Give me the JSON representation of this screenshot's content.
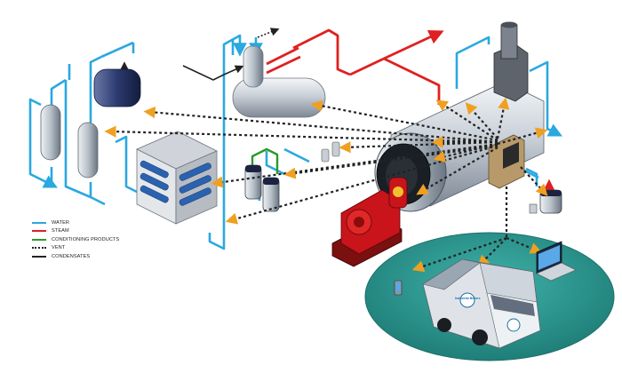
{
  "legend": {
    "items": [
      {
        "label": "WATER",
        "color": "#2aa8e0",
        "style": "solid"
      },
      {
        "label": "STEAM",
        "color": "#e02020",
        "style": "solid"
      },
      {
        "label": "CONDITIONING PRODUCTS",
        "color": "#2a9a2a",
        "style": "solid"
      },
      {
        "label": "VENT",
        "color": "#222222",
        "style": "dotted"
      },
      {
        "label": "CONDENSATES",
        "color": "#222222",
        "style": "solid"
      }
    ]
  },
  "van": {
    "logo_text": "Industrial Boilers"
  },
  "colors": {
    "water": "#2aa8e0",
    "steam": "#e02020",
    "conditioning": "#2a9a2a",
    "signal": "#222222",
    "arrow_head": "#f0a020",
    "ground_disc": "#2e9e96"
  },
  "icons": [
    "boiler-icon",
    "chimney-icon",
    "burner-icon",
    "control-panel-icon",
    "softener-icon",
    "osmosis-unit-icon",
    "deaerator-icon",
    "dosing-tank-icon",
    "service-van-icon",
    "laptop-icon",
    "smartphone-icon"
  ]
}
